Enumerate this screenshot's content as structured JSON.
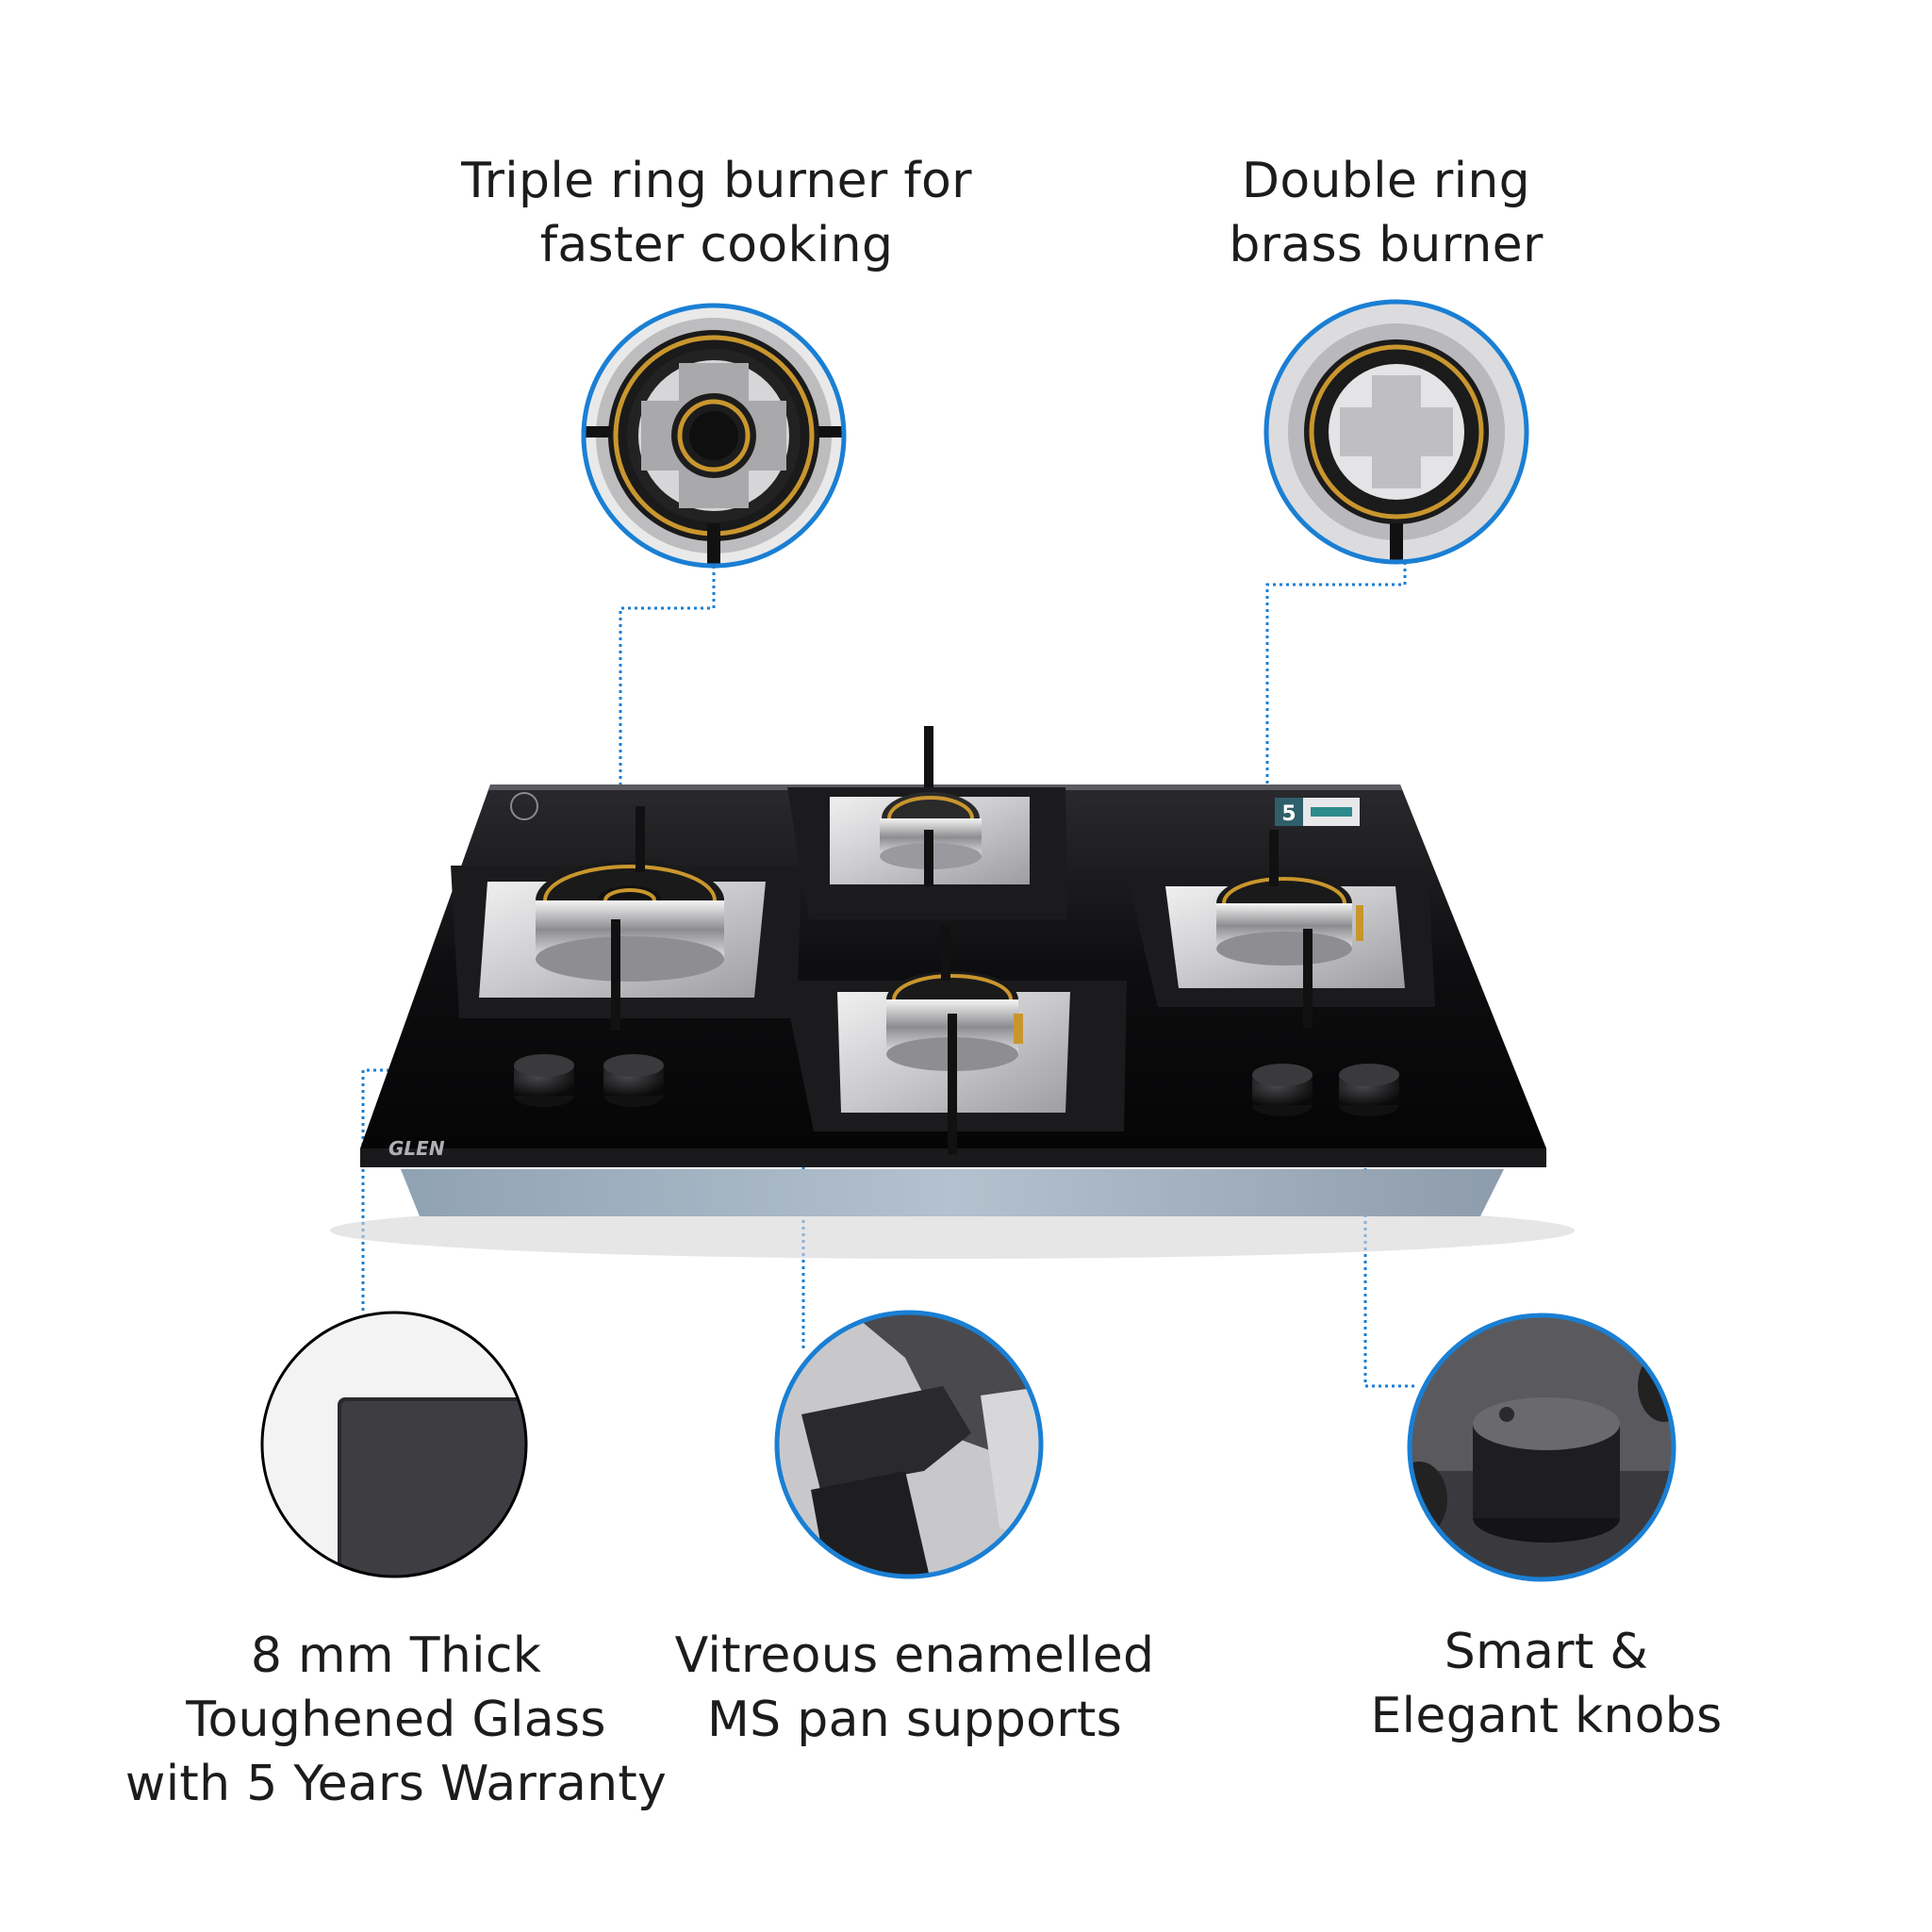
{
  "features": {
    "triple_burner": {
      "line1": "Triple ring burner for",
      "line2": "faster cooking"
    },
    "double_burner": {
      "line1": "Double ring",
      "line2": "brass burner"
    },
    "glass": {
      "line1": "8 mm Thick",
      "line2": "Toughened Glass",
      "line3": "with 5 Years Warranty"
    },
    "pan_supports": {
      "line1": "Vitreous enamelled",
      "line2": "MS pan supports"
    },
    "knobs": {
      "line1": "Smart &",
      "line2": "Elegant knobs"
    }
  },
  "product": {
    "brand_mark": "GLEN",
    "energy_rating": "5"
  },
  "colors": {
    "callout_blue": "#1a7fd4",
    "glass_black": "#0b0b0d",
    "steel": "#d4d4d6",
    "brass": "#c9962e",
    "text": "#1c1c1c"
  }
}
